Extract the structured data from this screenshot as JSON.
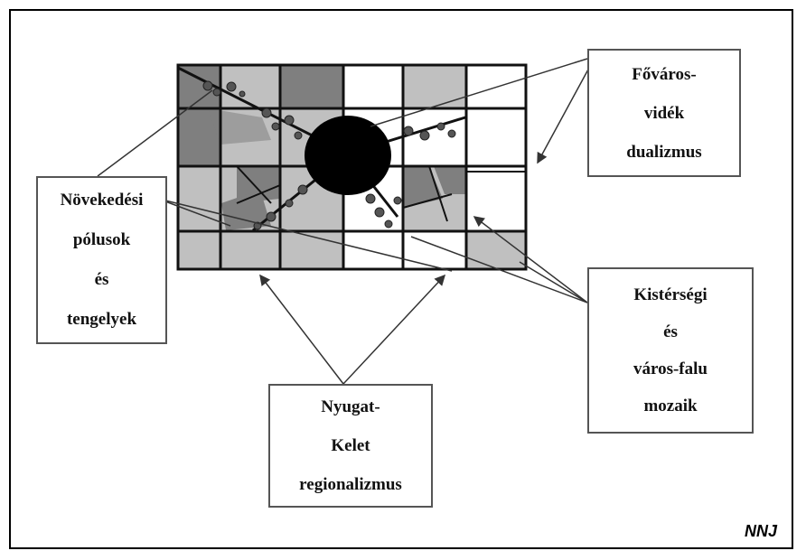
{
  "labels": {
    "fovaros": [
      "Főváros-",
      "vidék",
      "dualizmus"
    ],
    "novekedesi": [
      "Növekedési",
      "pólusok",
      "és",
      "tengelyek"
    ],
    "kistersegi": [
      "Kistérségi",
      "és",
      "város-falu",
      "mozaik"
    ],
    "nyugat": [
      "Nyugat-",
      "Kelet",
      "regionalizmus"
    ]
  },
  "signature": "NNJ",
  "colors": {
    "dark_gray": "#7f7f7f",
    "light_gray": "#c0c0c0",
    "black": "#000000"
  }
}
